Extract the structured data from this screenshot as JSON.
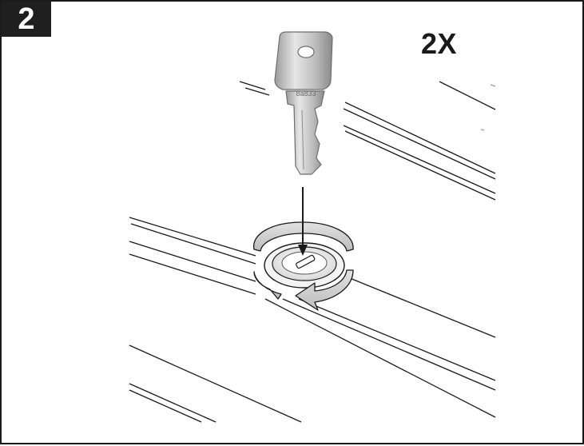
{
  "instruction": {
    "step_number": "2",
    "repeat_count": "2X",
    "key_engraving": "8a833"
  },
  "colors": {
    "badge": "#1f1f1f",
    "line": "#1a1a1a",
    "rotation_arrow": "#cfcfcf",
    "key_metal": "#c8c8c8"
  }
}
